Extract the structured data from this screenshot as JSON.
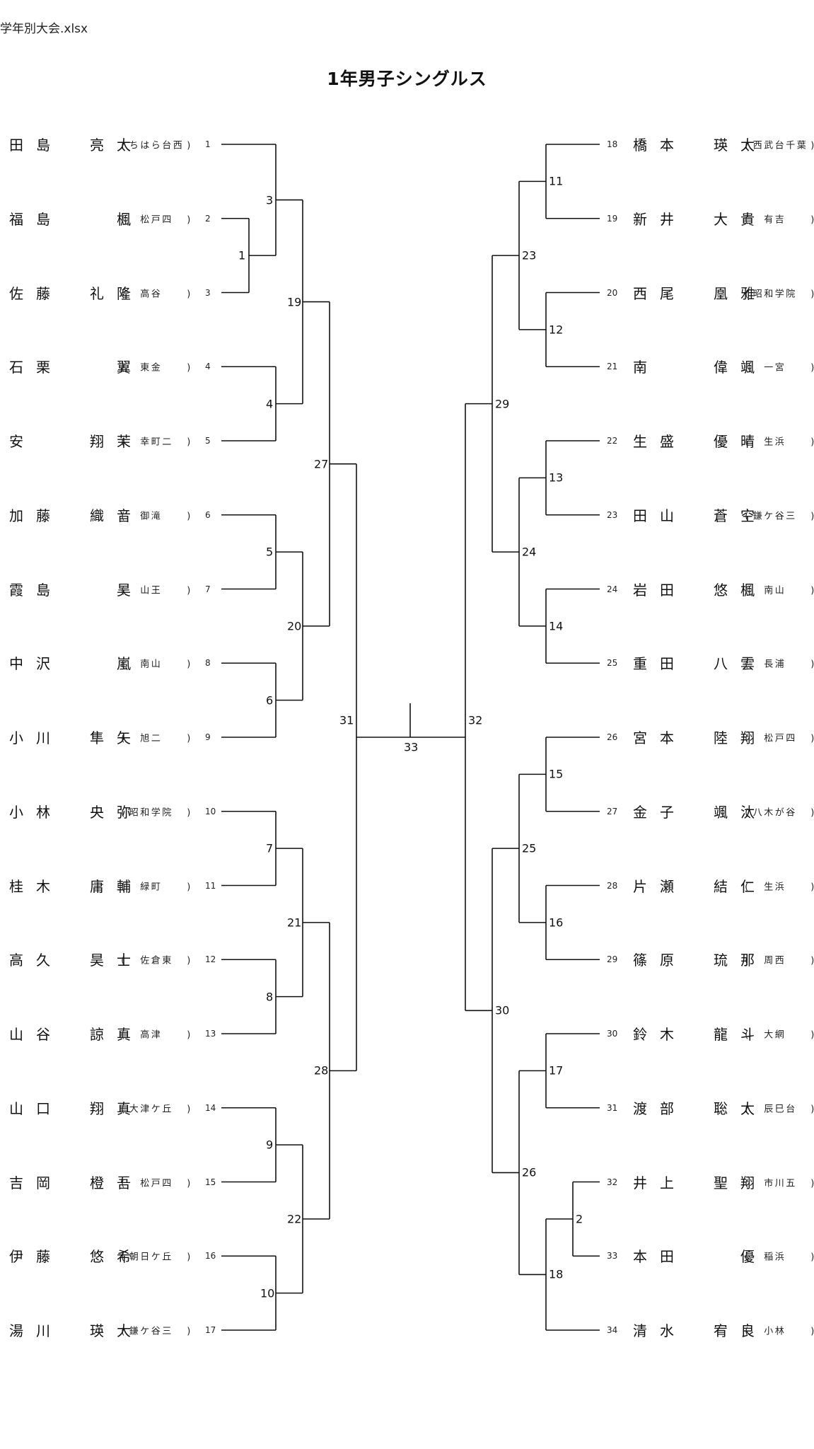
{
  "file_name": "学年別大会.xlsx",
  "title": "1年男子シングルス",
  "left_players": [
    {
      "seed": "1",
      "name": "田島　亮太",
      "school": "(ちはら台西)"
    },
    {
      "seed": "2",
      "name": "福島　楓",
      "school": "(松戸四)"
    },
    {
      "seed": "3",
      "name": "佐藤　礼隆",
      "school": "(高谷)"
    },
    {
      "seed": "4",
      "name": "石栗　翼",
      "school": "(東金)"
    },
    {
      "seed": "5",
      "name": "安　翔茉",
      "school": "(幸町二)"
    },
    {
      "seed": "6",
      "name": "加藤　織音",
      "school": "(御滝)"
    },
    {
      "seed": "7",
      "name": "霞島　昊",
      "school": "(山王)"
    },
    {
      "seed": "8",
      "name": "中沢　嵐",
      "school": "(南山)"
    },
    {
      "seed": "9",
      "name": "小川　隼矢",
      "school": "(旭二)"
    },
    {
      "seed": "10",
      "name": "小林　央弥",
      "school": "(昭和学院)"
    },
    {
      "seed": "11",
      "name": "桂木　庸輔",
      "school": "(緑町)"
    },
    {
      "seed": "12",
      "name": "高久　昊士",
      "school": "(佐倉東)"
    },
    {
      "seed": "13",
      "name": "山谷　諒真",
      "school": "(高津)"
    },
    {
      "seed": "14",
      "name": "山口　翔真",
      "school": "(大津ケ丘)"
    },
    {
      "seed": "15",
      "name": "吉岡　橙吾",
      "school": "(松戸四)"
    },
    {
      "seed": "16",
      "name": "伊藤　悠希",
      "school": "(朝日ケ丘)"
    },
    {
      "seed": "17",
      "name": "湯川　瑛大",
      "school": "(鎌ケ谷三)"
    }
  ],
  "right_players": [
    {
      "seed": "18",
      "name": "橋本　瑛太",
      "school": "(西武台千葉)"
    },
    {
      "seed": "19",
      "name": "新井　大貴",
      "school": "(有吉)"
    },
    {
      "seed": "20",
      "name": "西尾　凰雅",
      "school": "(昭和学院)"
    },
    {
      "seed": "21",
      "name": "南　偉颯",
      "school": "(一宮)"
    },
    {
      "seed": "22",
      "name": "生盛　優晴",
      "school": "(生浜)"
    },
    {
      "seed": "23",
      "name": "田山　蒼空",
      "school": "(鎌ケ谷三)"
    },
    {
      "seed": "24",
      "name": "岩田　悠楓",
      "school": "(南山)"
    },
    {
      "seed": "25",
      "name": "重田　八雲",
      "school": "(長浦)"
    },
    {
      "seed": "26",
      "name": "宮本　陸翔",
      "school": "(松戸四)"
    },
    {
      "seed": "27",
      "name": "金子　颯汰",
      "school": "(八木が谷)"
    },
    {
      "seed": "28",
      "name": "片瀬　結仁",
      "school": "(生浜)"
    },
    {
      "seed": "29",
      "name": "篠原　琉那",
      "school": "(周西)"
    },
    {
      "seed": "30",
      "name": "鈴木　龍斗",
      "school": "(大網)"
    },
    {
      "seed": "31",
      "name": "渡部　聡太",
      "school": "(辰巳台)"
    },
    {
      "seed": "32",
      "name": "井上　聖翔",
      "school": "(市川五)"
    },
    {
      "seed": "33",
      "name": "本田　優",
      "school": "(稲浜)"
    },
    {
      "seed": "34",
      "name": "清水　宥良",
      "school": "(小林)"
    }
  ],
  "match_numbers": [
    "1",
    "2",
    "3",
    "4",
    "5",
    "6",
    "7",
    "8",
    "9",
    "10",
    "11",
    "12",
    "13",
    "14",
    "15",
    "16",
    "17",
    "18",
    "19",
    "20",
    "21",
    "22",
    "23",
    "24",
    "25",
    "26",
    "27",
    "28",
    "29",
    "30",
    "31",
    "32",
    "33"
  ]
}
